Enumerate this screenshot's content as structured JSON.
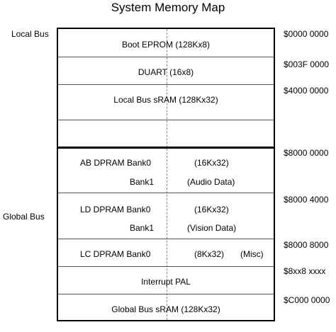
{
  "title": "System Memory Map",
  "side_labels": {
    "local": "Local Bus",
    "global": "Global Bus"
  },
  "addresses": [
    "$0000 0000",
    "$003F 0000",
    "$4000 0000",
    "$8000 0000",
    "$8000 4000",
    "$8000 8000",
    "$8xx8 xxxx",
    "$C000 0000"
  ],
  "regions": {
    "boot_eprom": "Boot EPROM (128Kx8)",
    "duart": "DUART (16x8)",
    "local_sram": "Local Bus sRAM (128Kx32)",
    "ab_dpram": {
      "bank0": "AB DPRAM Bank0",
      "size": "(16Kx32)",
      "bank1": "Bank1",
      "note": "(Audio Data)"
    },
    "ld_dpram": {
      "bank0": "LD DPRAM Bank0",
      "size": "(16Kx32)",
      "bank1": "Bank1",
      "note": "(Vision Data)"
    },
    "lc_dpram": {
      "bank0": "LC DPRAM Bank0",
      "size": "(8Kx32)",
      "note": "(Misc)"
    },
    "interrupt_pal": "Interrupt PAL",
    "global_sram": "Global Bus sRAM (128Kx32)"
  }
}
